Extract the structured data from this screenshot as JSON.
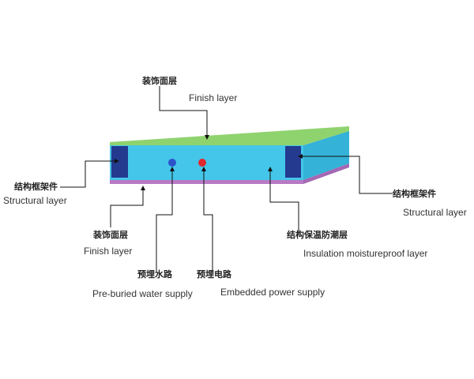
{
  "colors": {
    "finish_top": "#8fd36f",
    "finish_front": "#8ccf68",
    "core": "#44c6ea",
    "core_side": "#35b2d8",
    "frame": "#233a8f",
    "bottom": "#b77ac4",
    "bottom_side": "#a468b3",
    "water_dot": "#2c52c9",
    "power_dot": "#e0272c"
  },
  "labels": {
    "finish_top": {
      "zh": "装饰面层",
      "en": "Finish layer"
    },
    "structural_left": {
      "zh": "结构框架件",
      "en": "Structural layer"
    },
    "finish_bottom": {
      "zh": "装饰面层",
      "en": "Finish layer"
    },
    "water": {
      "zh": "预埋水路",
      "en": "Pre-buried water supply"
    },
    "power": {
      "zh": "预埋电路",
      "en": "Embedded power supply"
    },
    "insulation": {
      "zh": "结构保温防潮层",
      "en": "Insulation moistureproof layer"
    },
    "structural_right": {
      "zh": "结构框架件",
      "en": "Structural layer"
    }
  }
}
